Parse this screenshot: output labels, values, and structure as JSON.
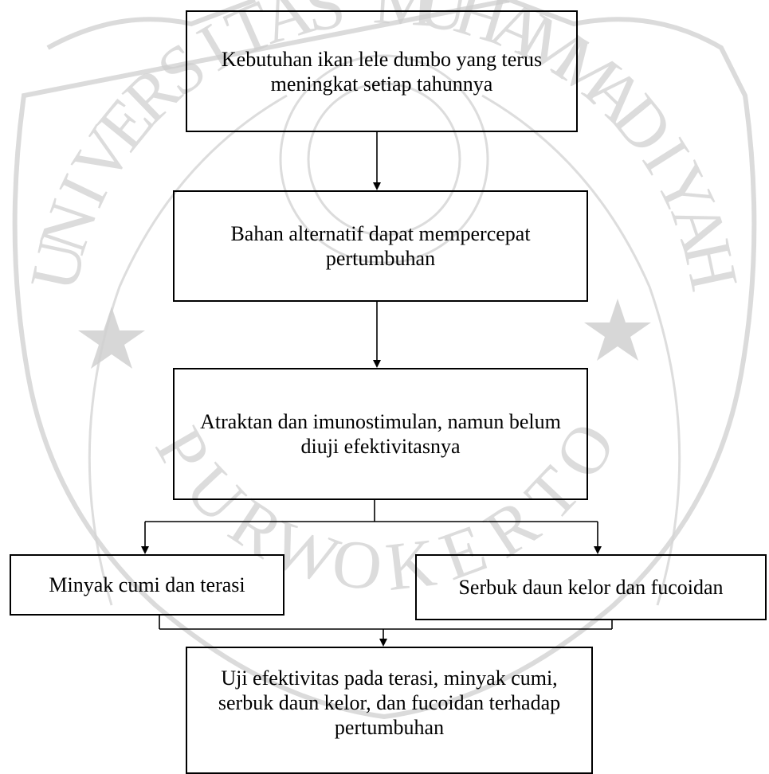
{
  "watermark": {
    "color": "#c8c8c8",
    "letters_top": [
      "U",
      "N",
      "I",
      "V",
      "E",
      "R",
      "S",
      "I",
      "T",
      "A",
      "S",
      " ",
      "M",
      "U",
      "H",
      "A",
      "M",
      "M",
      "A",
      "D",
      "I",
      "Y",
      "A",
      "H"
    ],
    "letters_bottom": [
      "P",
      "U",
      "R",
      "W",
      "O",
      "K",
      "E",
      "R",
      "T",
      "O"
    ]
  },
  "flow": {
    "step1": "Kebutuhan ikan lele dumbo yang terus meningkat setiap tahunnya",
    "step2": "Bahan alternatif dapat mempercepat pertumbuhan",
    "step3": "Atraktan dan imunostimulan, namun belum diuji efektivitasnya",
    "option_left": "Minyak cumi dan terasi",
    "option_right": "Serbuk daun kelor dan fucoidan",
    "step_final": "Uji efektivitas pada terasi, minyak cumi, serbuk daun kelor, dan fucoidan terhadap pertumbuhan"
  }
}
